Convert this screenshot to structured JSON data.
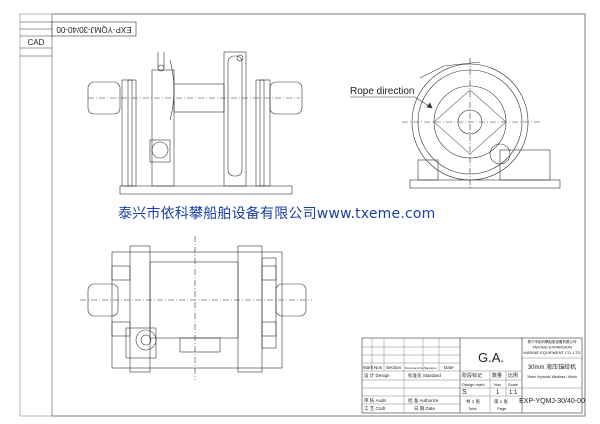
{
  "header": {
    "drawing_no_inverted": "EXP-YQMJ-30/40-00",
    "cad_label": "CAD"
  },
  "annotation": {
    "rope_direction": "Rope direction"
  },
  "watermark": "泰兴市依科攀船舶设备有限公司www.txeme.com",
  "title_block": {
    "title": "G.A.",
    "company_cn": "泰兴市依科攀船舶设备有限公司",
    "company_en_1": "TAIXING EXPANSION",
    "company_en_2": "MARINE EQUIPMENT CO.,LTD",
    "product": "30mm 液压锚绞机",
    "product_en": "30mm Hydraulic Windlass / Winch",
    "drawing_no": "EXP-YQMJ-30/40-00",
    "rev_headers": [
      "Mark",
      "Nos",
      "Section",
      "Document No.",
      "Signature",
      "Date"
    ],
    "design": "设 计 Design",
    "standard": "标准化 Standard",
    "audit": "审 核 Audit",
    "authorize": "批 准 Authorize",
    "craft": "工 艺 Craft",
    "date": "日 期 Date",
    "design_mark_label": "阶段标记",
    "design_mark_en": "Design mark",
    "nos_label": "数量",
    "nos_en": "Nos",
    "scale_label": "比例",
    "scale_en": "Scale",
    "design_mark_value": "S",
    "nos_value": "1",
    "scale_value": "1:1",
    "total_label": "共 1 张",
    "total_en": "Total",
    "page_label": "第 1 张",
    "page_en": "Page"
  },
  "colors": {
    "line": "#333333",
    "watermark": "#1b3ea8"
  }
}
